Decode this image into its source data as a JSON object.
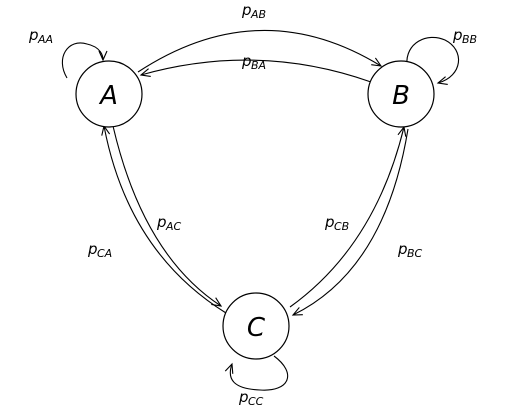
{
  "nodes": [
    {
      "id": "A",
      "label": "A"
    },
    {
      "id": "B",
      "label": "B"
    },
    {
      "id": "C",
      "label": "C"
    }
  ],
  "edges": [
    {
      "id": "AA",
      "from": "A",
      "to": "A",
      "symbol": "p",
      "subscript": "AA"
    },
    {
      "id": "BB",
      "from": "B",
      "to": "B",
      "symbol": "p",
      "subscript": "BB"
    },
    {
      "id": "CC",
      "from": "C",
      "to": "C",
      "symbol": "p",
      "subscript": "CC"
    },
    {
      "id": "AB",
      "from": "A",
      "to": "B",
      "symbol": "p",
      "subscript": "AB"
    },
    {
      "id": "BA",
      "from": "B",
      "to": "A",
      "symbol": "p",
      "subscript": "BA"
    },
    {
      "id": "AC",
      "from": "A",
      "to": "C",
      "symbol": "p",
      "subscript": "AC"
    },
    {
      "id": "CA",
      "from": "C",
      "to": "A",
      "symbol": "p",
      "subscript": "CA"
    },
    {
      "id": "BC",
      "from": "B",
      "to": "C",
      "symbol": "p",
      "subscript": "BC"
    },
    {
      "id": "CB",
      "from": "C",
      "to": "B",
      "symbol": "p",
      "subscript": "CB"
    }
  ]
}
